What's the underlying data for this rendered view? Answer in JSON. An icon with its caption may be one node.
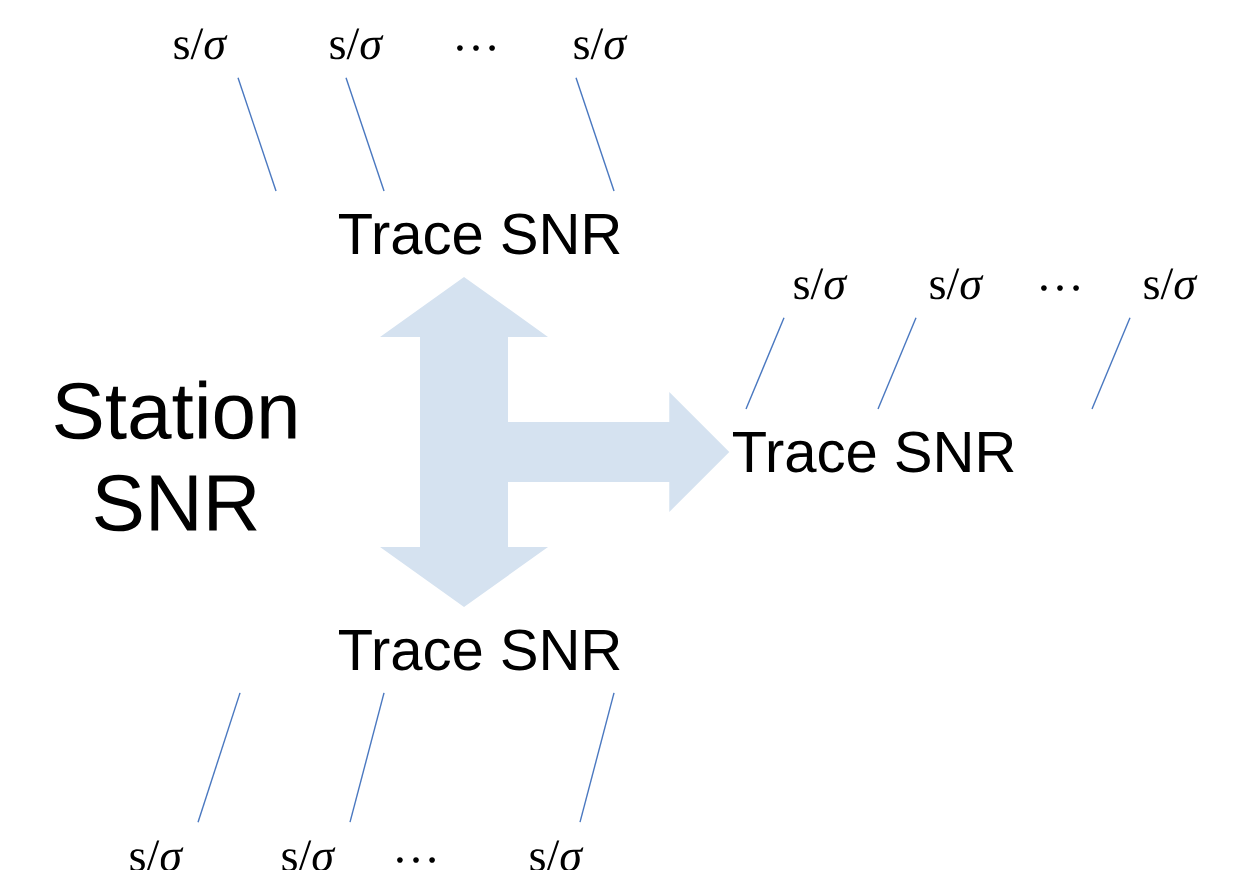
{
  "diagram": {
    "nodes": [
      {
        "text": [
          "Station SNR"
        ]
      },
      {
        "text": [
          "Trace SNR"
        ]
      },
      {
        "text": [
          "Trace SNR"
        ]
      },
      {
        "text": [
          "Trace SNR"
        ]
      },
      {
        "text": [
          "s/*σ*"
        ]
      },
      {
        "text": [
          "s/*σ*"
        ]
      },
      {
        "text": [
          "s/*σ*"
        ]
      },
      {
        "text": [
          "s/*σ*"
        ]
      },
      {
        "text": [
          "s/*σ*"
        ]
      },
      {
        "text": [
          "s/*σ*"
        ]
      },
      {
        "text": [
          "s/*σ*"
        ]
      },
      {
        "text": [
          "s/*σ*"
        ]
      },
      {
        "text": [
          "s/*σ*"
        ]
      }
    ],
    "edges": [
      {
        "from": null,
        "to": 1,
        "arrow": "to",
        "style": "thick",
        "color": "#d5e2f0"
      },
      {
        "from": null,
        "to": 2,
        "arrow": "to",
        "style": "thick",
        "color": "#d5e2f0"
      },
      {
        "from": null,
        "to": 3,
        "arrow": "to",
        "style": "thick",
        "color": "#d5e2f0"
      },
      {
        "from": 4,
        "to": 1,
        "arrow": "none"
      },
      {
        "from": 5,
        "to": 1,
        "arrow": "none"
      },
      {
        "from": 6,
        "to": 1,
        "arrow": "none"
      },
      {
        "from": 7,
        "to": 2,
        "arrow": "none"
      },
      {
        "from": 8,
        "to": 2,
        "arrow": "none"
      },
      {
        "from": 9,
        "to": 2,
        "arrow": "none"
      },
      {
        "from": 10,
        "to": 3,
        "arrow": "none"
      },
      {
        "from": 11,
        "to": 3,
        "arrow": "none"
      },
      {
        "from": 12,
        "to": 3,
        "arrow": "none"
      }
    ],
    "labels": [
      "…",
      "…",
      "…"
    ]
  }
}
